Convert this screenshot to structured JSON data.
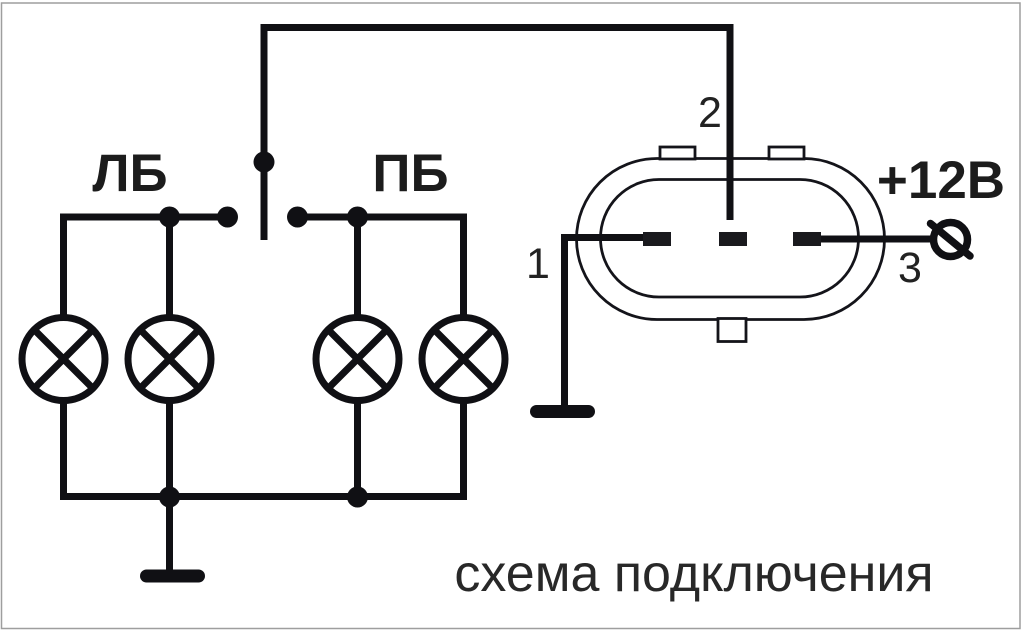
{
  "title": "схема подключения",
  "diagram": {
    "type": "wiring-schematic",
    "bulb_groups": [
      {
        "label": "ЛБ",
        "bulbs": 2
      },
      {
        "label": "ПБ",
        "bulbs": 2
      }
    ],
    "switch": {
      "style": "center-pole-two-contacts"
    },
    "connector": {
      "shape": "oval-3pin",
      "pins": [
        {
          "number": "1",
          "connects_to": "ground"
        },
        {
          "number": "2",
          "connects_to": "switch-pole"
        },
        {
          "number": "3",
          "connects_to": "power-terminal"
        }
      ],
      "power_label": "+12В"
    },
    "grounds": 2,
    "colors": {
      "line": "#101014",
      "label": "#1c1c1c",
      "caption": "#282828",
      "background": "#ffffff",
      "frame": "#9e9e9e"
    }
  }
}
